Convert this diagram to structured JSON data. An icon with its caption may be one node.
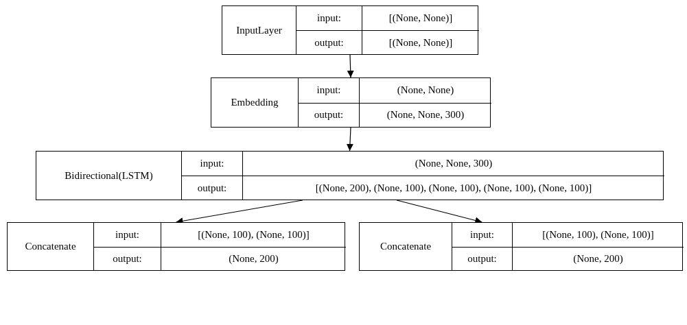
{
  "diagram": {
    "nodes": [
      {
        "text": [
          "InputLayer",
          "input:",
          "[(None, None)]",
          "output:",
          "[(None, None)]"
        ]
      },
      {
        "text": [
          "Embedding",
          "input:",
          "(None, None)",
          "output:",
          "(None, None, 300)"
        ]
      },
      {
        "text": [
          "Bidirectional(LSTM)",
          "input:",
          "(None, None, 300)",
          "output:",
          "[(None, 200), (None, 100), (None, 100), (None, 100), (None, 100)]"
        ]
      },
      {
        "text": [
          "Concatenate",
          "input:",
          "[(None, 100), (None, 100)]",
          "output:",
          "(None, 200)"
        ]
      },
      {
        "text": [
          "Concatenate",
          "input:",
          "[(None, 100), (None, 100)]",
          "output:",
          "(None, 200)"
        ]
      }
    ],
    "edges": [
      {
        "from": 0,
        "to": 1,
        "arrow": "to"
      },
      {
        "from": 1,
        "to": 2,
        "arrow": "to"
      },
      {
        "from": 2,
        "to": 3,
        "arrow": "to"
      },
      {
        "from": 2,
        "to": 4,
        "arrow": "to"
      }
    ]
  }
}
